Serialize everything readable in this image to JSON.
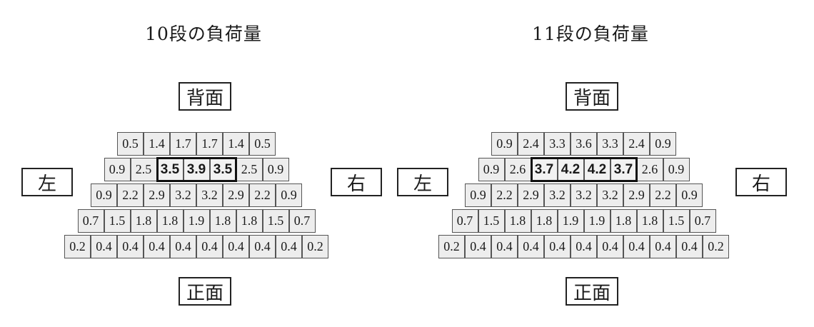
{
  "diagrams": [
    {
      "title": "10段の負荷量",
      "back": "背面",
      "front": "正面",
      "left": "左",
      "right": "右",
      "rows": [
        [
          "0.5",
          "1.4",
          "1.7",
          "1.7",
          "1.4",
          "0.5"
        ],
        [
          "0.9",
          "2.5",
          "3.5",
          "3.9",
          "3.5",
          "2.5",
          "0.9"
        ],
        [
          "0.9",
          "2.2",
          "2.9",
          "3.2",
          "3.2",
          "2.9",
          "2.2",
          "0.9"
        ],
        [
          "0.7",
          "1.5",
          "1.8",
          "1.8",
          "1.9",
          "1.8",
          "1.8",
          "1.5",
          "0.7"
        ],
        [
          "0.2",
          "0.4",
          "0.4",
          "0.4",
          "0.4",
          "0.4",
          "0.4",
          "0.4",
          "0.4",
          "0.2"
        ]
      ],
      "highlight": {
        "row": 1,
        "start": 2,
        "end": 4
      }
    },
    {
      "title": "11段の負荷量",
      "back": "背面",
      "front": "正面",
      "left": "左",
      "right": "右",
      "rows": [
        [
          "0.9",
          "2.4",
          "3.3",
          "3.6",
          "3.3",
          "2.4",
          "0.9"
        ],
        [
          "0.9",
          "2.6",
          "3.7",
          "4.2",
          "4.2",
          "3.7",
          "2.6",
          "0.9"
        ],
        [
          "0.9",
          "2.2",
          "2.9",
          "3.2",
          "3.2",
          "3.2",
          "2.9",
          "2.2",
          "0.9"
        ],
        [
          "0.7",
          "1.5",
          "1.8",
          "1.8",
          "1.9",
          "1.9",
          "1.8",
          "1.8",
          "1.5",
          "0.7"
        ],
        [
          "0.2",
          "0.4",
          "0.4",
          "0.4",
          "0.4",
          "0.4",
          "0.4",
          "0.4",
          "0.4",
          "0.4",
          "0.2"
        ]
      ],
      "highlight": {
        "row": 1,
        "start": 2,
        "end": 5
      }
    }
  ]
}
